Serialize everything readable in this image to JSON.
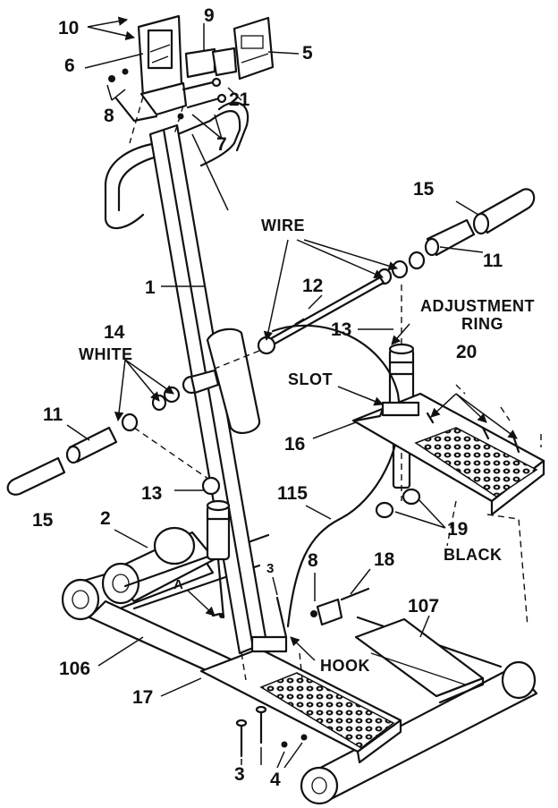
{
  "labels": {
    "l10": "10",
    "l9": "9",
    "l6": "6",
    "l5": "5",
    "l8_top": "8",
    "l21": "21",
    "l7": "7",
    "wire": "WIRE",
    "l15_right": "15",
    "l11_right": "11",
    "l1": "1",
    "l12": "12",
    "adjustment": "ADJUSTMENT",
    "ring": "RING",
    "l13_upper": "13",
    "l20": "20",
    "l14": "14",
    "white": "WHITE",
    "slot": "SLOT",
    "l11_left": "11",
    "l16": "16",
    "l115": "115",
    "l13_lower": "13",
    "l15_left": "15",
    "l19": "19",
    "black": "BLACK",
    "l2": "2",
    "l8_mid": "8",
    "l18": "18",
    "lA": "A",
    "l3_small": "3",
    "l107": "107",
    "l106": "106",
    "hook": "HOOK",
    "l17": "17",
    "l3_bottom": "3",
    "l4_bottom": "4"
  }
}
